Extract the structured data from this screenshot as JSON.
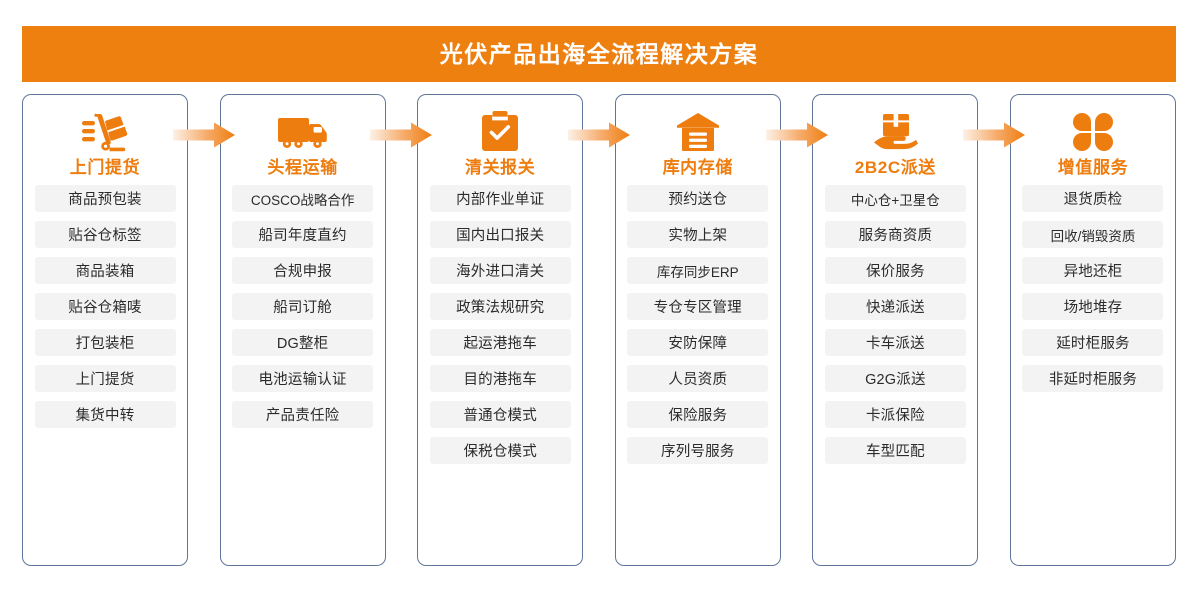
{
  "header": {
    "title": "光伏产品出海全流程解决方案",
    "bar_color": "#ee8010",
    "text_color": "#ffffff"
  },
  "theme": {
    "accent": "#ee7d10",
    "card_border": "#5f769b",
    "pill_background": "#f3f3f3",
    "pill_text": "#2b2b2b",
    "arrow_gradient_from": "#fdf1e6",
    "arrow_gradient_to": "#ee7d10"
  },
  "flow": {
    "arrow_count": 5,
    "columns": [
      {
        "icon": "hand-truck-icon",
        "title": "上门提货",
        "items": [
          "商品预包装",
          "贴谷仓标签",
          "商品装箱",
          "贴谷仓箱唛",
          "打包装柜",
          "上门提货",
          "集货中转"
        ]
      },
      {
        "icon": "truck-icon",
        "title": "头程运输",
        "items": [
          "COSCO战略合作",
          "船司年度直约",
          "合规申报",
          "船司订舱",
          "DG整柜",
          "电池运输认证",
          "产品责任险"
        ]
      },
      {
        "icon": "clipboard-check-icon",
        "title": "清关报关",
        "items": [
          "内部作业单证",
          "国内出口报关",
          "海外进口清关",
          "政策法规研究",
          "起运港拖车",
          "目的港拖车",
          "普通仓模式",
          "保税仓模式"
        ]
      },
      {
        "icon": "warehouse-icon",
        "title": "库内存储",
        "items": [
          "预约送仓",
          "实物上架",
          "库存同步ERP",
          "专仓专区管理",
          "安防保障",
          "人员资质",
          "保险服务",
          "序列号服务"
        ]
      },
      {
        "icon": "hand-package-icon",
        "title": "2B2C派送",
        "items": [
          "中心仓+卫星仓",
          "服务商资质",
          "保价服务",
          "快递派送",
          "卡车派送",
          "G2G派送",
          "卡派保险",
          "车型匹配"
        ]
      },
      {
        "icon": "clover-icon",
        "title": "增值服务",
        "items": [
          "退货质检",
          "回收/销毁资质",
          "异地还柜",
          "场地堆存",
          "延时柜服务",
          "非延时柜服务"
        ]
      }
    ]
  }
}
